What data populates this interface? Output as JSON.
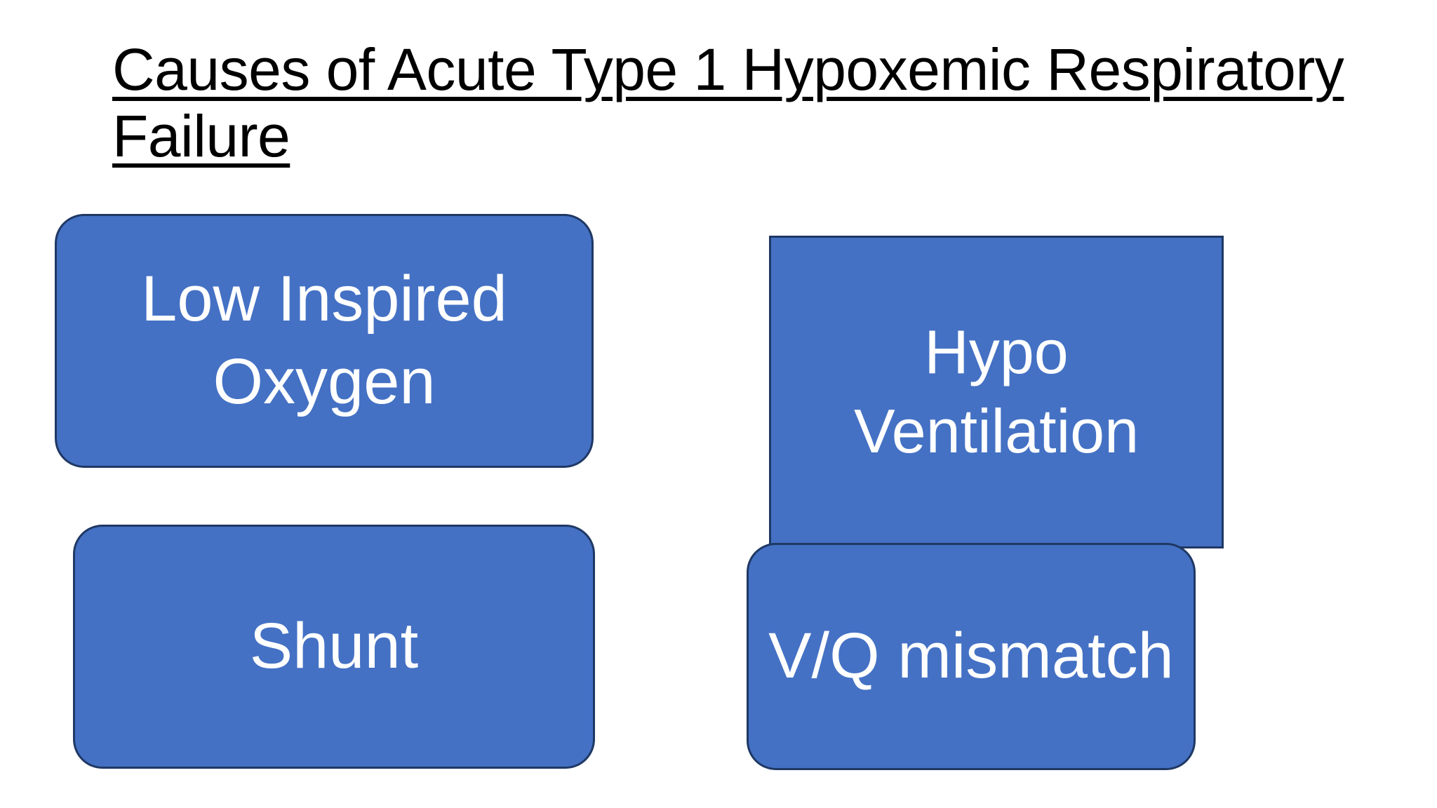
{
  "slide": {
    "background_color": "#FFFFFF",
    "title": {
      "line1": "Causes of Acute Type 1 Hypoxemic Respiratory",
      "line2": "Failure",
      "full_text": "Causes of Acute Type 1 Hypoxemic Respiratory Failure",
      "color": "#000000",
      "underlined": true
    },
    "theme": {
      "box_fill": "#4471C4",
      "box_border": "#1F3864",
      "box_text": "#FFFFFF"
    },
    "boxes": [
      {
        "id": "low-inspired-oxygen",
        "label": "Low Inspired Oxygen",
        "shape": "rounded-rectangle",
        "column": "left",
        "row": 1
      },
      {
        "id": "hypo-ventilation",
        "label": "Hypo Ventilation",
        "shape": "rectangle",
        "column": "right",
        "row": 1
      },
      {
        "id": "shunt",
        "label": "Shunt",
        "shape": "rounded-rectangle",
        "column": "left",
        "row": 2
      },
      {
        "id": "vq-mismatch",
        "label": "V/Q mismatch",
        "shape": "rounded-rectangle",
        "column": "right",
        "row": 2
      }
    ]
  }
}
